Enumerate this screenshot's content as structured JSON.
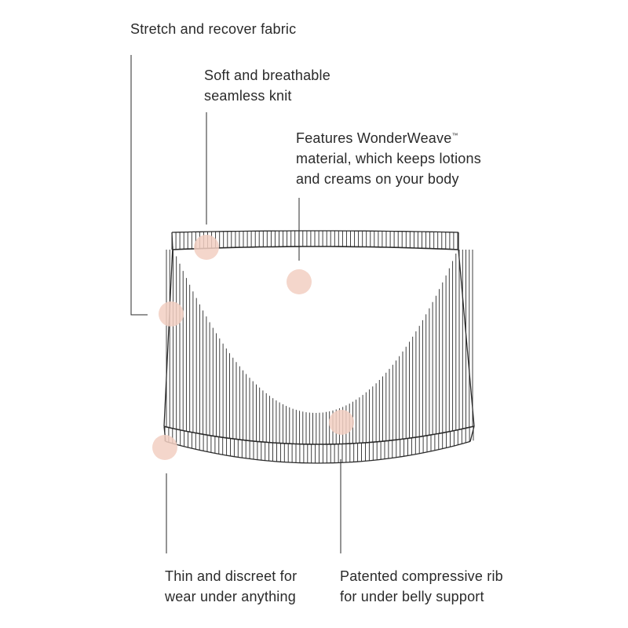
{
  "colors": {
    "line": "#2a2a2a",
    "dot": "#f2cfc2",
    "background": "#ffffff"
  },
  "callouts": {
    "stretch": {
      "line1": "Stretch and recover fabric"
    },
    "soft": {
      "line1": "Soft and breathable",
      "line2": "seamless knit"
    },
    "wonderweave": {
      "line1": "Features WonderWeave",
      "trademark": "™",
      "line2": "material, which keeps lotions",
      "line3": "and creams on your body"
    },
    "thin": {
      "line1": "Thin and discreet for",
      "line2": "wear under anything"
    },
    "rib": {
      "line1": "Patented compressive rib",
      "line2": "for under belly support"
    }
  }
}
